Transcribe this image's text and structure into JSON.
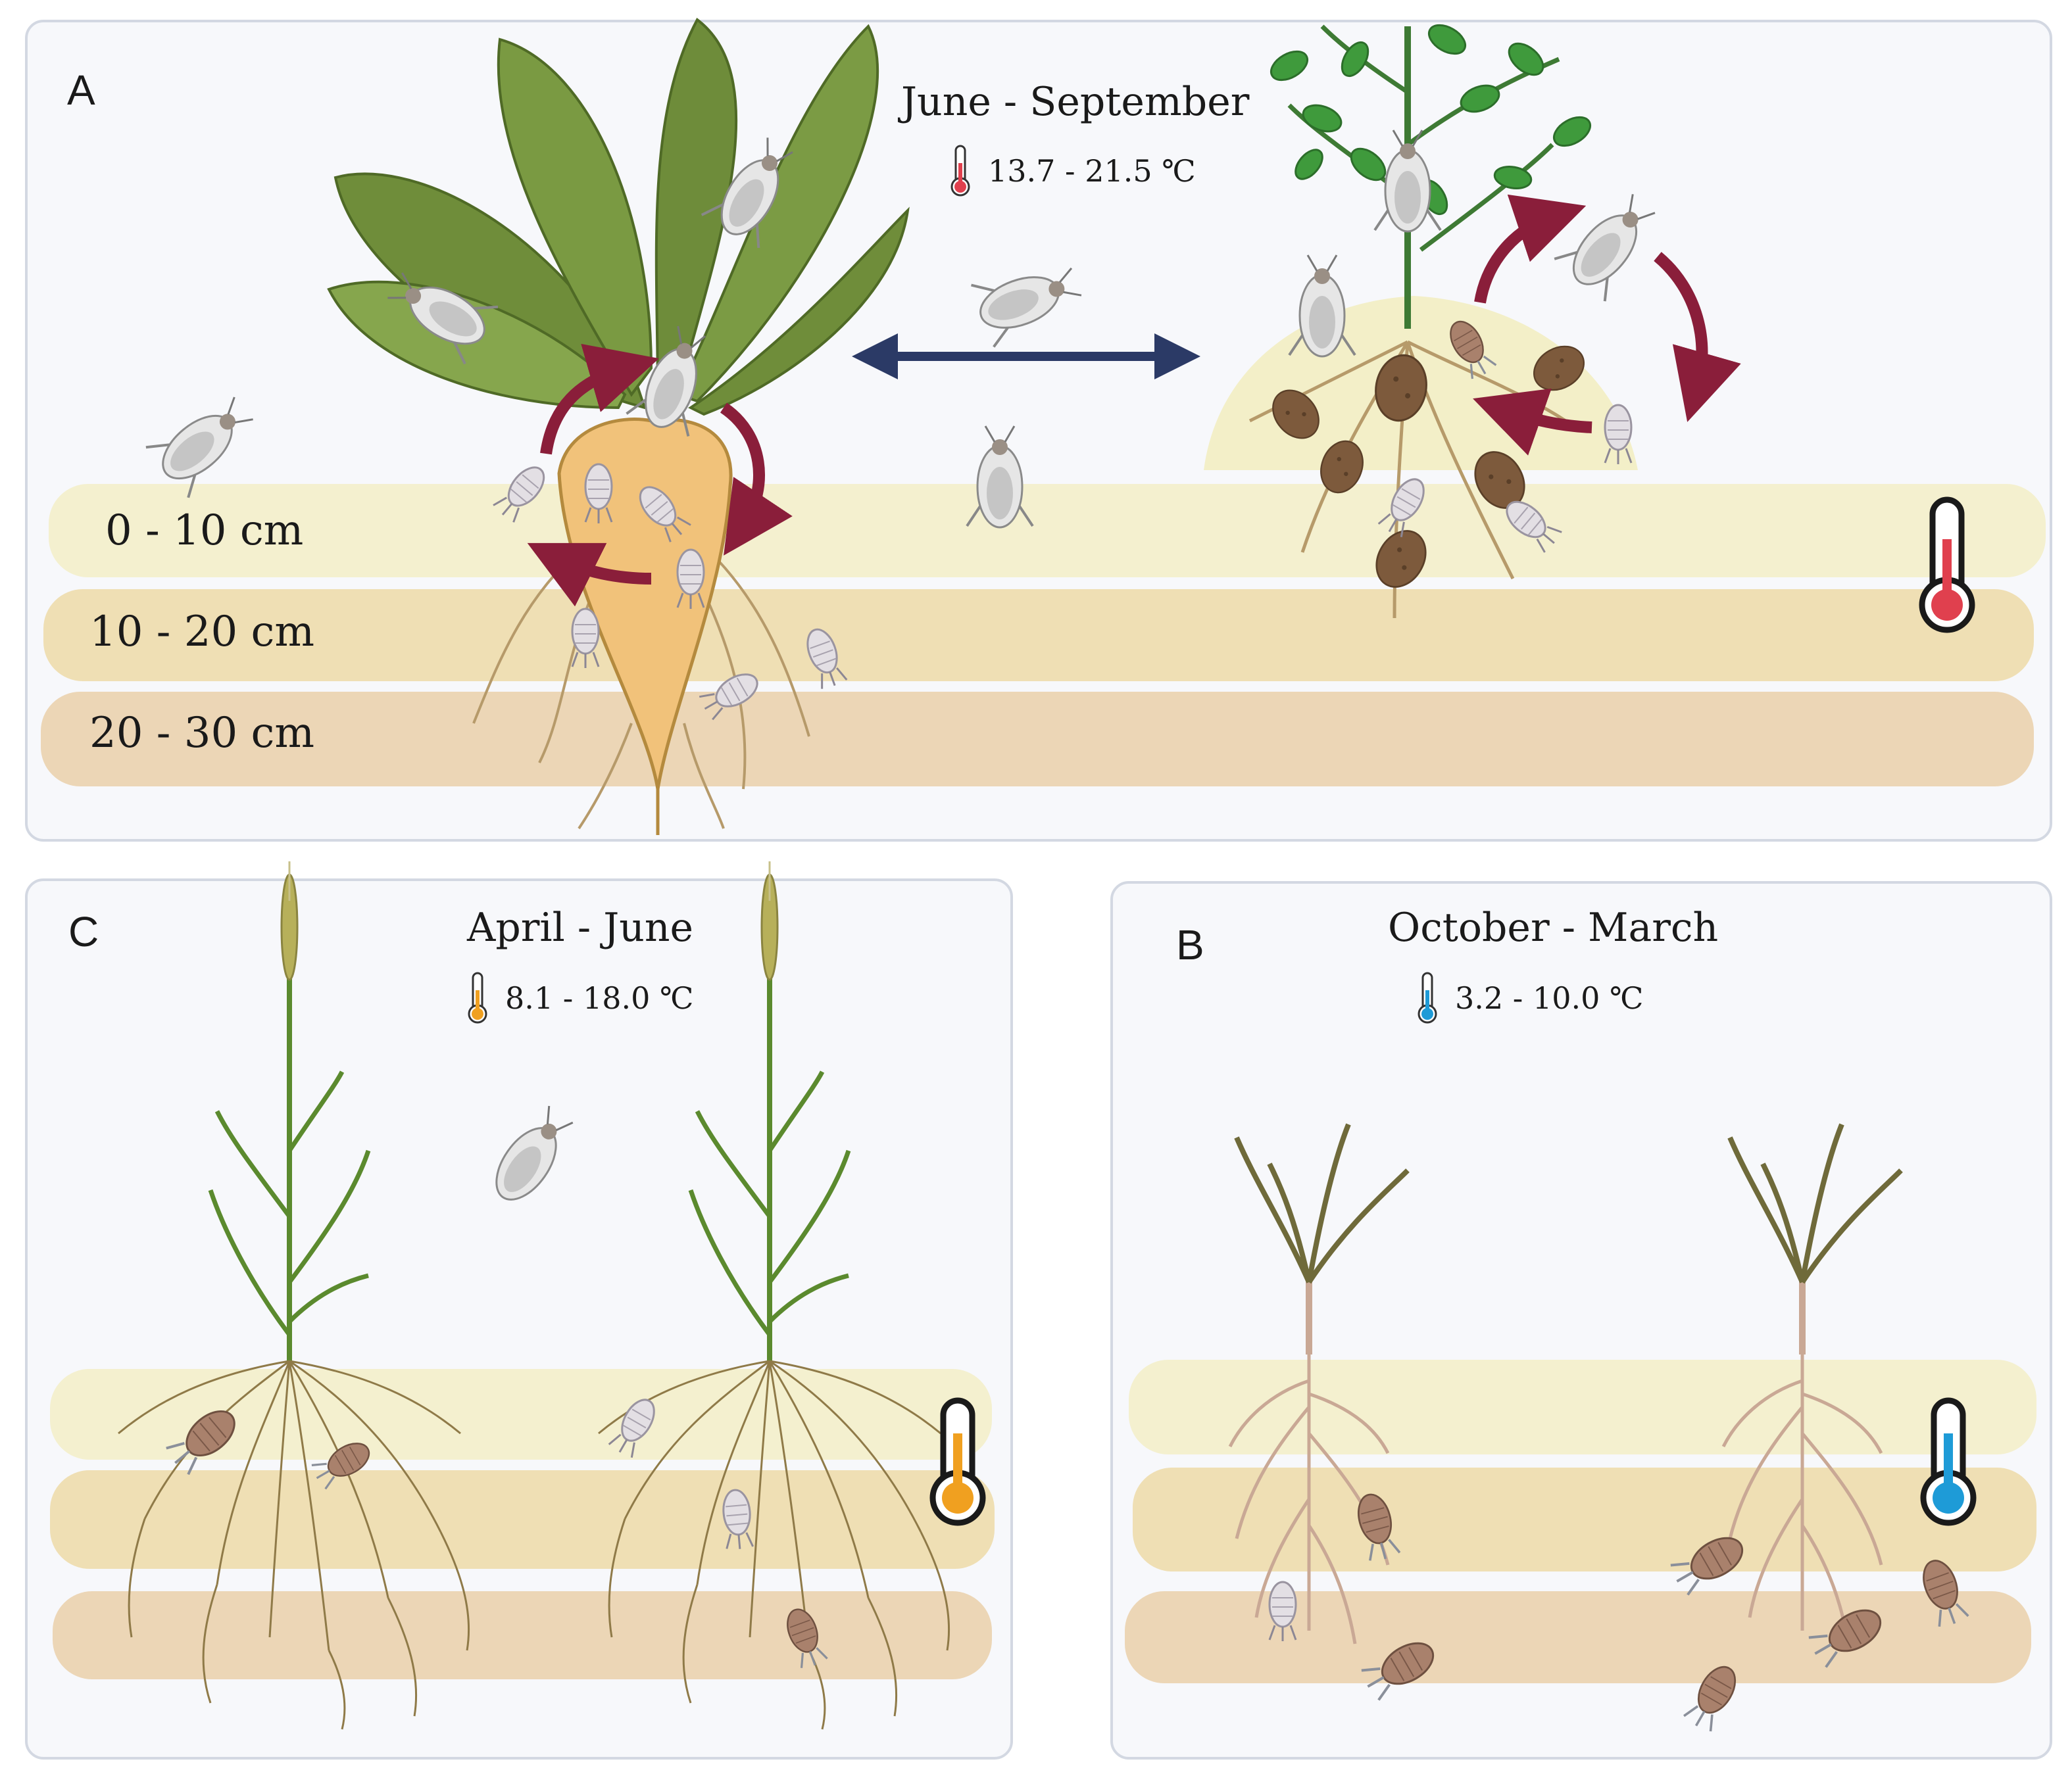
{
  "panels": {
    "a": {
      "letter": "A",
      "season": "June - September",
      "temperature": "13.7 - 21.5 ℃",
      "depths": [
        "0 - 10 cm",
        "10 - 20 cm",
        "20 - 30 cm"
      ],
      "thermometer_color": "#e0404e"
    },
    "c": {
      "letter": "C",
      "season": "April - June",
      "temperature": "8.1 - 18.0 ℃",
      "thermometer_color": "#f0a020"
    },
    "b": {
      "letter": "B",
      "season": "October - March",
      "temperature": "3.2 - 10.0 ℃",
      "thermometer_color": "#1e9bd7"
    }
  },
  "colors": {
    "arrow_cycle": "#8a1e3a",
    "arrow_exchange": "#2b3a66",
    "band_top": "#f4f0cf",
    "band_mid": "#efdfb4",
    "band_low": "#ecd6b6"
  },
  "icons": [
    "thermometer-icon",
    "cricket-adult-icon",
    "cricket-nymph-icon",
    "sugar-beet-icon",
    "potato-plant-icon",
    "wheat-plant-icon",
    "seedling-icon"
  ]
}
